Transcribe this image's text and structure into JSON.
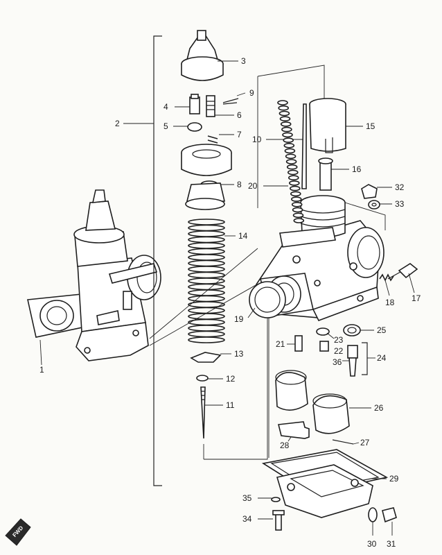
{
  "callouts": {
    "c1": "1",
    "c2": "2",
    "c3": "3",
    "c4": "4",
    "c5": "5",
    "c6": "6",
    "c7": "7",
    "c8": "8",
    "c9": "9",
    "c10": "10",
    "c11": "11",
    "c12": "12",
    "c13": "13",
    "c14": "14",
    "c15": "15",
    "c16": "16",
    "c17": "17",
    "c18": "18",
    "c19": "19",
    "c20": "20",
    "c21": "21",
    "c22": "22",
    "c23": "23",
    "c24": "24",
    "c25": "25",
    "c26": "26",
    "c27": "27",
    "c28": "28",
    "c29": "29",
    "c30": "30",
    "c31": "31",
    "c32": "32",
    "c33": "33",
    "c34": "34",
    "c35": "35",
    "c36": "36"
  },
  "badge": {
    "fwd": "FWD"
  },
  "colors": {
    "ink": "#1e1e1e",
    "paper": "#fbfbf8"
  }
}
